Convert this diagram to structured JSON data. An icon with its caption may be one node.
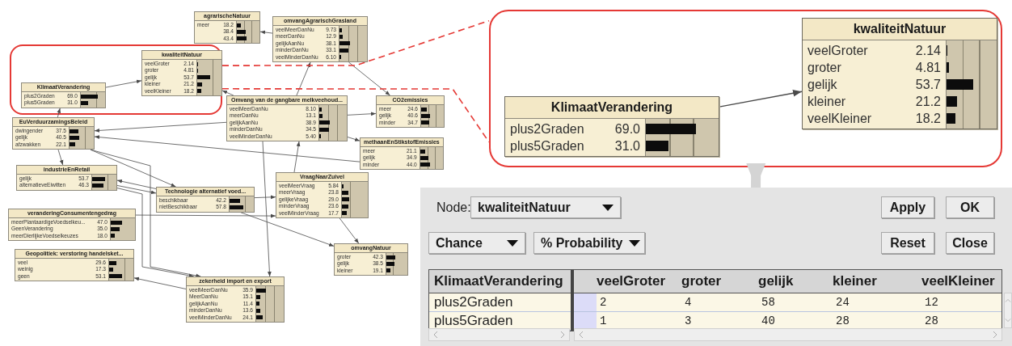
{
  "diagram": {
    "nodes": [
      {
        "text": [],
        "shape": "box"
      },
      {
        "text": [
          "KlimaatVerandering",
          "plus2Graden 69.0",
          "plus5Graden 31.0"
        ],
        "in": 0
      },
      {
        "text": [
          "kwaliteitNatuur",
          "veelGroter 2.14",
          "groter 4.81",
          "gelijk 53.7",
          "kleiner 21.2",
          "veelKleiner 18.2"
        ],
        "in": 0
      },
      {
        "text": [
          "agrarischeNatuur",
          "meer 18.2",
          "38.4",
          "43.4"
        ]
      },
      {
        "text": [
          "omvangAgrarischGrasland",
          "veelMeerDanNu 9.73",
          "meerDanNu 12.9",
          "gelijkAanNu 38.1",
          "minderDanNu 33.1",
          "veelMinderDanNu 6.10"
        ]
      },
      {
        "text": [
          "Omvang van de gangbare melkveehoud...",
          "veelMeerDanNu 8.10",
          "meerDanNu 13.1",
          "gelijkAanNu 38.9",
          "minderDanNu 34.5",
          "veelMinderDanNu 5.40"
        ]
      },
      {
        "text": [
          "CO2emissies",
          "meer 24.6",
          "gelijk 40.6",
          "minder 34.7"
        ]
      },
      {
        "text": [
          "EuVerduurzamingsBeleid",
          "dwingender 37.5",
          "gelijk 40.5",
          "afzwakken 22.1"
        ]
      },
      {
        "text": [
          "methaanEnStikstofEmissies",
          "meer 21.1",
          "gelijk 34.9",
          "minder 44.0"
        ]
      },
      {
        "text": [
          "industrieEnRetail",
          "gelijk 53.7",
          "alternatieveEiwitten 46.3"
        ]
      },
      {
        "text": [
          "Technologie alternatief voed...",
          "beschikbaar 42.2",
          "nietBeschikbaar 57.8"
        ]
      },
      {
        "text": [
          "VraagNaarZuivel",
          "veelMeerVraag 5.84",
          "meerVraag 23.8",
          "gelijkeVraag 29.0",
          "minderVraag 23.6",
          "veelMinderVraag 17.7"
        ]
      },
      {
        "text": [
          "veranderingConsumentengedrag",
          "meerPlantaardigeVoedselkeu... 47.0",
          "GeenVerandering 35.0",
          "meerDierlijkeVoedselkeuzes 18.0"
        ]
      },
      {
        "text": [
          "omvangNatuur",
          "groter 42.3",
          "gelijk 38.5",
          "kleiner 19.1"
        ]
      },
      {
        "text": [
          "Geopolitiek: verstoring handelsket...",
          "veel 29.6",
          "weinig 17.3",
          "geen 53.1"
        ]
      },
      {
        "text": [
          "zekerheid import en export",
          "veelMeerDanNu 35.9",
          "MeerDanNu 15.1",
          "gelijkAanNu 11.4",
          "minderDanNu 13.6",
          "veelMinderDanNu 24.1"
        ]
      },
      {
        "text": [],
        "shape": "box"
      },
      {
        "text": [
          "KlimaatVerandering",
          "plus2Graden 69.0",
          "plus5Graden 31.0"
        ],
        "in": 16
      },
      {
        "text": [
          "kwaliteitNatuur",
          "veelGroter 2.14",
          "groter 4.81",
          "gelijk 53.7",
          "kleiner 21.2",
          "veelKleiner 18.2"
        ],
        "in": 16
      },
      {
        "text": [],
        "shape": "box"
      }
    ],
    "edges": [
      {
        "from": 1,
        "to": 2,
        "arrow": "to"
      },
      {
        "from": 7,
        "to": 1,
        "arrow": "to"
      },
      {
        "from": 5,
        "to": 2,
        "arrow": "to"
      },
      {
        "from": 5,
        "to": 4,
        "arrow": "to"
      },
      {
        "from": 4,
        "to": 3,
        "arrow": "to"
      },
      {
        "from": 4,
        "to": 6,
        "arrow": "to"
      },
      {
        "from": 5,
        "to": 6,
        "arrow": "to"
      },
      {
        "from": 5,
        "to": 8,
        "arrow": "to"
      },
      {
        "from": 5,
        "to": 7,
        "arrow": "to"
      },
      {
        "from": 8,
        "to": 7,
        "arrow": "to"
      },
      {
        "from": 7,
        "to": 9,
        "arrow": "to"
      },
      {
        "from": 7,
        "to": 15,
        "arrow": "to"
      },
      {
        "from": 9,
        "to": 15,
        "arrow": "to"
      },
      {
        "from": 7,
        "to": 10,
        "arrow": "to"
      },
      {
        "from": 9,
        "to": 10,
        "arrow": "to"
      },
      {
        "from": 10,
        "to": 9,
        "arrow": "to"
      },
      {
        "from": 12,
        "to": 11,
        "arrow": "to"
      },
      {
        "from": 10,
        "to": 11,
        "arrow": "to"
      },
      {
        "from": 10,
        "to": 13,
        "arrow": "to"
      },
      {
        "from": 11,
        "to": 13,
        "arrow": "to"
      },
      {
        "from": 5,
        "to": 15,
        "arrow": "to"
      },
      {
        "from": 11,
        "to": 5,
        "arrow": "to"
      },
      {
        "from": 15,
        "to": 14,
        "arrow": "to"
      },
      {
        "from": 17,
        "to": 18,
        "arrow": "to"
      },
      {
        "from": 0,
        "to": 16,
        "arrow": "none",
        "style": "dashed",
        "color": "#e53935"
      },
      {
        "from": 0,
        "to": 16,
        "arrow": "none",
        "style": "dashed",
        "color": "#e53935"
      },
      {
        "from": 16,
        "to": 19,
        "arrow": "to",
        "style": "thick",
        "color": "#d4d4d4"
      }
    ],
    "labels": [
      "Node:",
      "kwaliteitNatuur",
      "Apply",
      "OK",
      "Chance",
      "% Probability",
      "Reset",
      "Close",
      "KlimaatVerandering",
      "veelGroter",
      "groter",
      "gelijk",
      "kleiner",
      "veelKleiner",
      "plus2Graden",
      "2",
      "4",
      "58",
      "24",
      "12",
      "plus5Graden",
      "1",
      "3",
      "40",
      "28",
      "28"
    ]
  }
}
